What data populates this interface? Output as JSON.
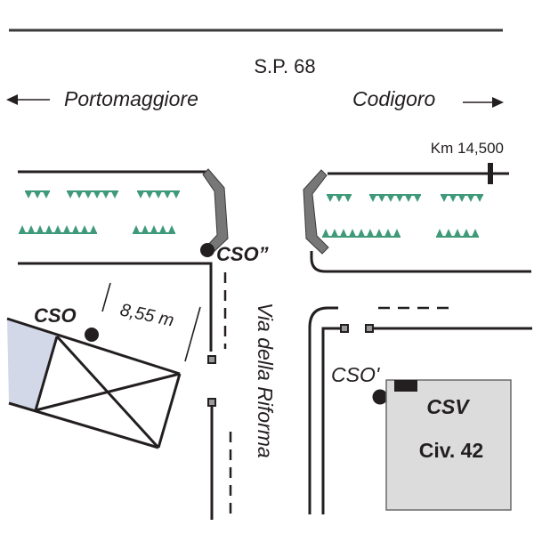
{
  "title_road": "S.P. 68",
  "directions": {
    "left": {
      "label": "Portomaggiore",
      "arrow": "arrow-left"
    },
    "right": {
      "label": "Codigoro",
      "arrow": "arrow-right"
    }
  },
  "km_marker": "Km 14,500",
  "side_street": "Via della Riforma",
  "points": {
    "cso": "CSO",
    "cso_prime": "CSO'",
    "cso_double_prime": "CSO”"
  },
  "distance_label": "8,55 m",
  "building": {
    "name": "CSV",
    "civic": "Civ. 42"
  },
  "colors": {
    "line": "#231f20",
    "vegetation": "#3f9a7a",
    "curb": "#777777",
    "building_fill": "#dcdcdc",
    "hatched_area": "#d3d8e8"
  }
}
